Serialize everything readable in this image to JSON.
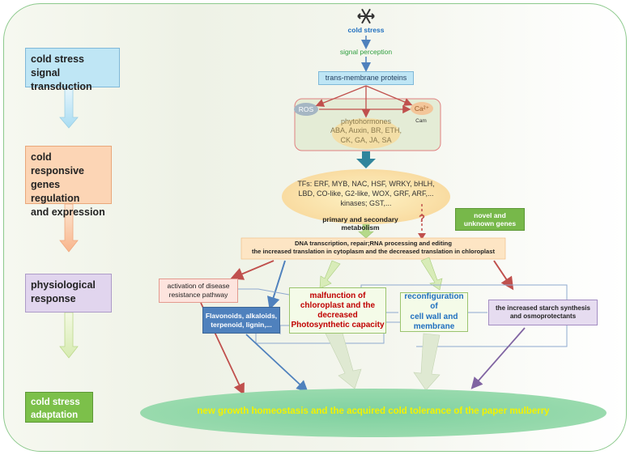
{
  "top": {
    "cold_stress": "cold stress",
    "signal_perception": "signal perception",
    "trans_membrane": "trans-membrane proteins"
  },
  "signaling": {
    "ros": "ROS",
    "ca": "Ca²⁺",
    "cam": "Cam",
    "phytohormones_title": "phytohormones",
    "phytohormones_line1": "ABA, Auxin, BR, ETH,",
    "phytohormones_line2": "CK, GA, JA, SA"
  },
  "tfs": {
    "line1": "TFs: ERF, MYB,  NAC, HSF, WRKY, bHLH,",
    "line2": "LBD, CO-like, G2-like, WOX, GRF, ARF,...",
    "line3": "kinases; GST,..."
  },
  "metabolism": "primary and secondary metabolism",
  "question_mark": "?",
  "novel_genes": {
    "line1": "novel and",
    "line2": "unknown genes"
  },
  "dna": {
    "line1": "DNA transcription, repair;RNA processing and editing",
    "line2": "the increased translation in cytoplasm and the decreased translation in chloroplast"
  },
  "responses": {
    "disease": {
      "line1": "activation of disease",
      "line2": "resistance pathway"
    },
    "flavonoids": {
      "line1": "Flavonoids, alkaloids,",
      "line2": "terpenoid, lignin,..."
    },
    "chloroplast": {
      "line1": "malfunction of",
      "line2": "chloroplast and the",
      "line3": "decreased",
      "line4": "Photosynthetic capacity"
    },
    "cellwall": {
      "line1": "reconfiguration of",
      "line2": "cell wall and",
      "line3": "membrane"
    },
    "starch": {
      "line1": "the increased starch synthesis",
      "line2": "and  osmoprotectants"
    }
  },
  "outcome": "new growth homeostasis  and the acquired cold tolerance of the paper mulberry",
  "left_steps": {
    "step1": {
      "line1": "cold stress signal",
      "line2": "transduction"
    },
    "step2": {
      "line1": "cold responsive",
      "line2": "genes regulation",
      "line3": "and expression"
    },
    "step3": {
      "line1": "physiological",
      "line2": "response"
    },
    "step4": {
      "line1": "cold stress",
      "line2": "adaptation"
    }
  },
  "colors": {
    "frame_border": "#8cc98c",
    "left1": "#bfe6f5",
    "left2": "#fcd5b5",
    "left3": "#e1d5ee",
    "left4": "#7cc04a",
    "red_arrow": "#c0504d",
    "blue_arrow": "#4f81bd",
    "teal_arrow": "#31859c",
    "chloroplast_text": "#c00000",
    "cellwall_text": "#1f6fbf",
    "outcome_text": "#f2f200"
  }
}
